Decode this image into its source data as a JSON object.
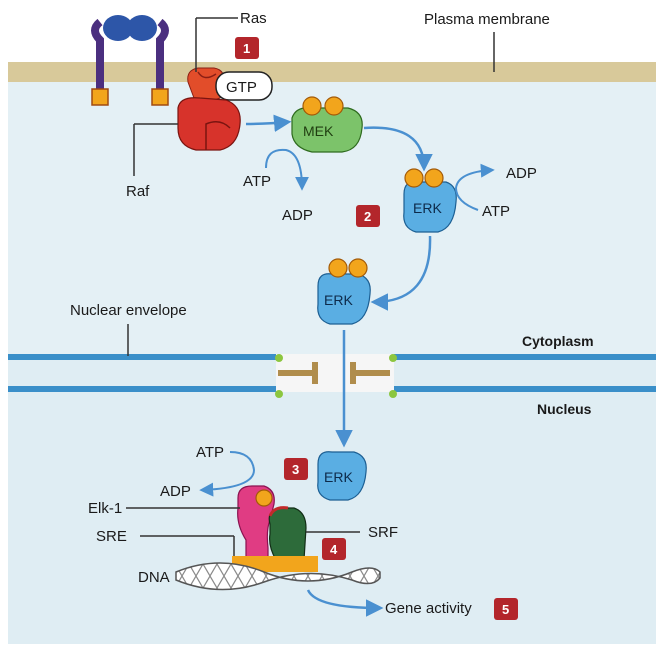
{
  "labels": {
    "ras": "Ras",
    "plasma_membrane": "Plasma membrane",
    "gtp": "GTP",
    "raf": "Raf",
    "mek": "MEK",
    "atp_mek": "ATP",
    "adp_mek": "ADP",
    "erk_cyto": "ERK",
    "adp_erk": "ADP",
    "atp_erk": "ATP",
    "erk_translocating": "ERK",
    "nuclear_envelope": "Nuclear envelope",
    "cytoplasm": "Cytoplasm",
    "nucleus": "Nucleus",
    "atp_elk": "ATP",
    "adp_elk": "ADP",
    "erk_nucleus": "ERK",
    "elk1": "Elk-1",
    "sre": "SRE",
    "srf": "SRF",
    "dna": "DNA",
    "gene_activity": "Gene activity"
  },
  "steps": [
    "1",
    "2",
    "3",
    "4",
    "5"
  ],
  "colors": {
    "membrane": "#d8c99a",
    "cytoplasm_bg": "#e4f0f5",
    "envelope": "#3a8fc9",
    "arrow": "#4a90d0",
    "step_box": "#b3262b",
    "mek": "#7cc36a",
    "erk": "#5aaee3",
    "raf": "#d7332b",
    "elk1": "#e03c83",
    "srf": "#2d6b3a",
    "phosphate": "#f2a51c",
    "sre": "#f2a51c",
    "receptor": "#4b2f7f"
  }
}
